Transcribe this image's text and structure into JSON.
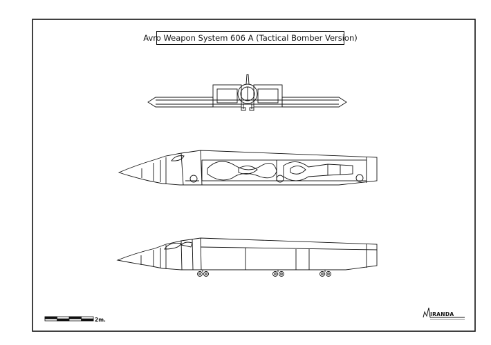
{
  "title": "Avro Weapon System 606 A (Tactical Bomber Version)",
  "scale_bar": {
    "label": "2m.",
    "segments": 4
  },
  "logo": {
    "text": "IRANDA",
    "initial": "M"
  },
  "colors": {
    "ink": "#111111",
    "paper": "#ffffff"
  },
  "views": [
    "front-view",
    "side-view-cutaway",
    "side-view-exterior"
  ]
}
